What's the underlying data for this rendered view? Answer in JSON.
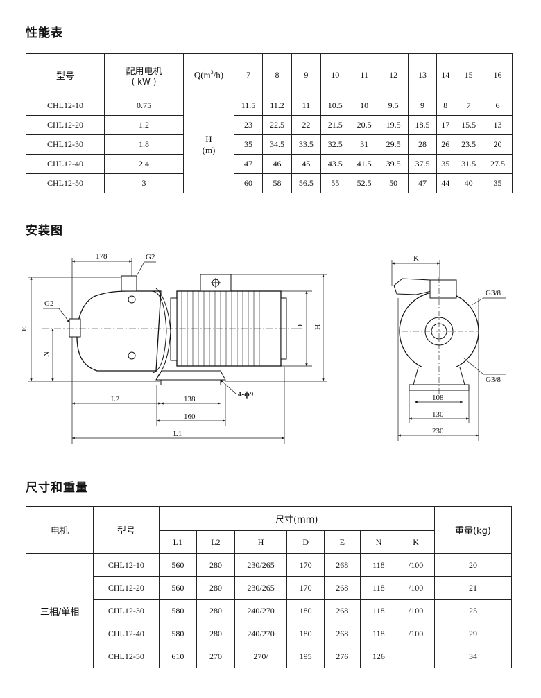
{
  "titles": {
    "performance": "性能表",
    "installation": "安装图",
    "dimensions": "尺寸和重量"
  },
  "performance_table": {
    "headers": {
      "model": "型号",
      "motor_line1": "配用电机",
      "motor_line2": "( kW )",
      "flow_prefix": "Q(m",
      "flow_sup": "3",
      "flow_suffix": "/h)",
      "head_line1": "H",
      "head_line2": "(m)"
    },
    "flows": [
      "7",
      "8",
      "9",
      "10",
      "11",
      "12",
      "13",
      "14",
      "15",
      "16"
    ],
    "rows": [
      {
        "model": "CHL12-10",
        "motor": "0.75",
        "heads": [
          "11.5",
          "11.2",
          "11",
          "10.5",
          "10",
          "9.5",
          "9",
          "8",
          "7",
          "6"
        ]
      },
      {
        "model": "CHL12-20",
        "motor": "1.2",
        "heads": [
          "23",
          "22.5",
          "22",
          "21.5",
          "20.5",
          "19.5",
          "18.5",
          "17",
          "15.5",
          "13"
        ]
      },
      {
        "model": "CHL12-30",
        "motor": "1.8",
        "heads": [
          "35",
          "34.5",
          "33.5",
          "32.5",
          "31",
          "29.5",
          "28",
          "26",
          "23.5",
          "20"
        ]
      },
      {
        "model": "CHL12-40",
        "motor": "2.4",
        "heads": [
          "47",
          "46",
          "45",
          "43.5",
          "41.5",
          "39.5",
          "37.5",
          "35",
          "31.5",
          "27.5"
        ]
      },
      {
        "model": "CHL12-50",
        "motor": "3",
        "heads": [
          "60",
          "58",
          "56.5",
          "55",
          "52.5",
          "50",
          "47",
          "44",
          "40",
          "35"
        ]
      }
    ]
  },
  "drawing_labels": {
    "d178": "178",
    "g2_top": "G2",
    "g2_side": "G2",
    "e": "E",
    "n": "N",
    "d": "D",
    "h": "H",
    "l2": "L2",
    "d138": "138",
    "d160": "160",
    "l1": "L1",
    "holes": "4-ф9",
    "k": "K",
    "g38_top": "G3/8",
    "g38_bottom": "G3/8",
    "d108": "108",
    "d130": "130",
    "d230": "230"
  },
  "dimensions_table": {
    "headers": {
      "motor": "电机",
      "model": "型号",
      "size": "尺寸(mm)",
      "weight": "重量(kg)",
      "cols": [
        "L1",
        "L2",
        "H",
        "D",
        "E",
        "N",
        "K"
      ]
    },
    "phase": "三相/单相",
    "rows": [
      {
        "model": "CHL12-10",
        "vals": [
          "560",
          "280",
          "230/265",
          "170",
          "268",
          "118",
          "/100"
        ],
        "weight": "20"
      },
      {
        "model": "CHL12-20",
        "vals": [
          "560",
          "280",
          "230/265",
          "170",
          "268",
          "118",
          "/100"
        ],
        "weight": "21"
      },
      {
        "model": "CHL12-30",
        "vals": [
          "580",
          "280",
          "240/270",
          "180",
          "268",
          "118",
          "/100"
        ],
        "weight": "25"
      },
      {
        "model": "CHL12-40",
        "vals": [
          "580",
          "280",
          "240/270",
          "180",
          "268",
          "118",
          "/100"
        ],
        "weight": "29"
      },
      {
        "model": "CHL12-50",
        "vals": [
          "610",
          "270",
          "270/",
          "195",
          "276",
          "126",
          ""
        ],
        "weight": "34"
      }
    ]
  }
}
